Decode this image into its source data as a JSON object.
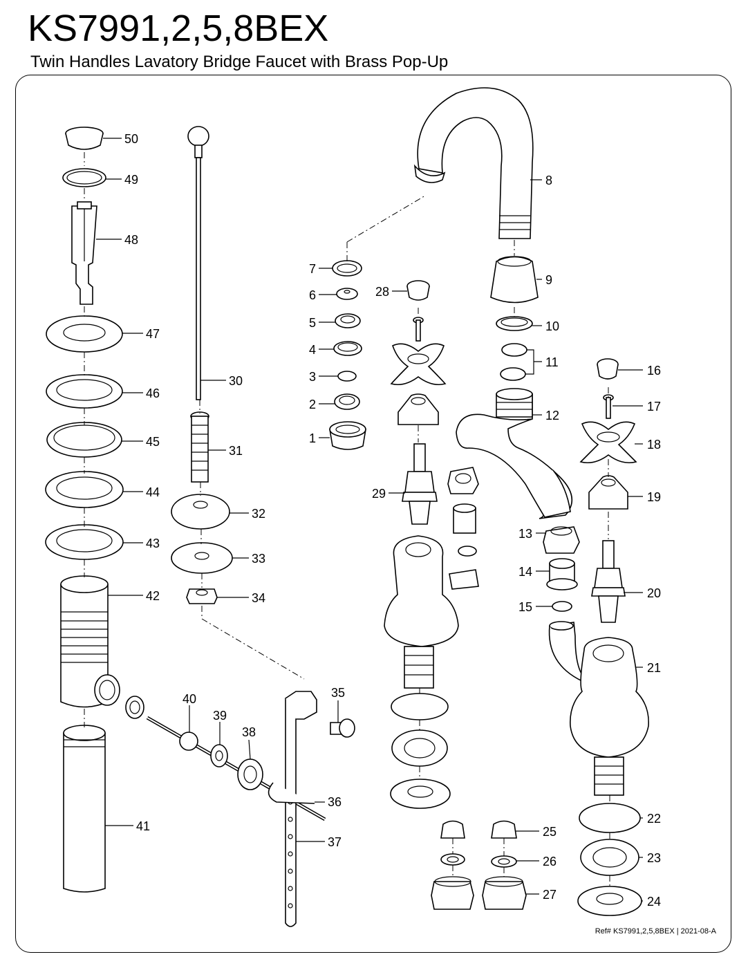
{
  "header": {
    "title": "KS7991,2,5,8BEX",
    "subtitle": "Twin Handles Lavatory Bridge Faucet with Brass Pop-Up"
  },
  "footer": {
    "reference": "Ref# KS7991,2,5,8BEX | 2021-08-A"
  },
  "callouts": [
    "1",
    "2",
    "3",
    "4",
    "5",
    "6",
    "7",
    "8",
    "9",
    "10",
    "11",
    "12",
    "13",
    "14",
    "15",
    "16",
    "17",
    "18",
    "19",
    "20",
    "21",
    "22",
    "23",
    "24",
    "25",
    "26",
    "27",
    "28",
    "29",
    "30",
    "31",
    "32",
    "33",
    "34",
    "35",
    "36",
    "37",
    "38",
    "39",
    "40",
    "41",
    "42",
    "43",
    "44",
    "45",
    "46",
    "47",
    "48",
    "49",
    "50"
  ]
}
